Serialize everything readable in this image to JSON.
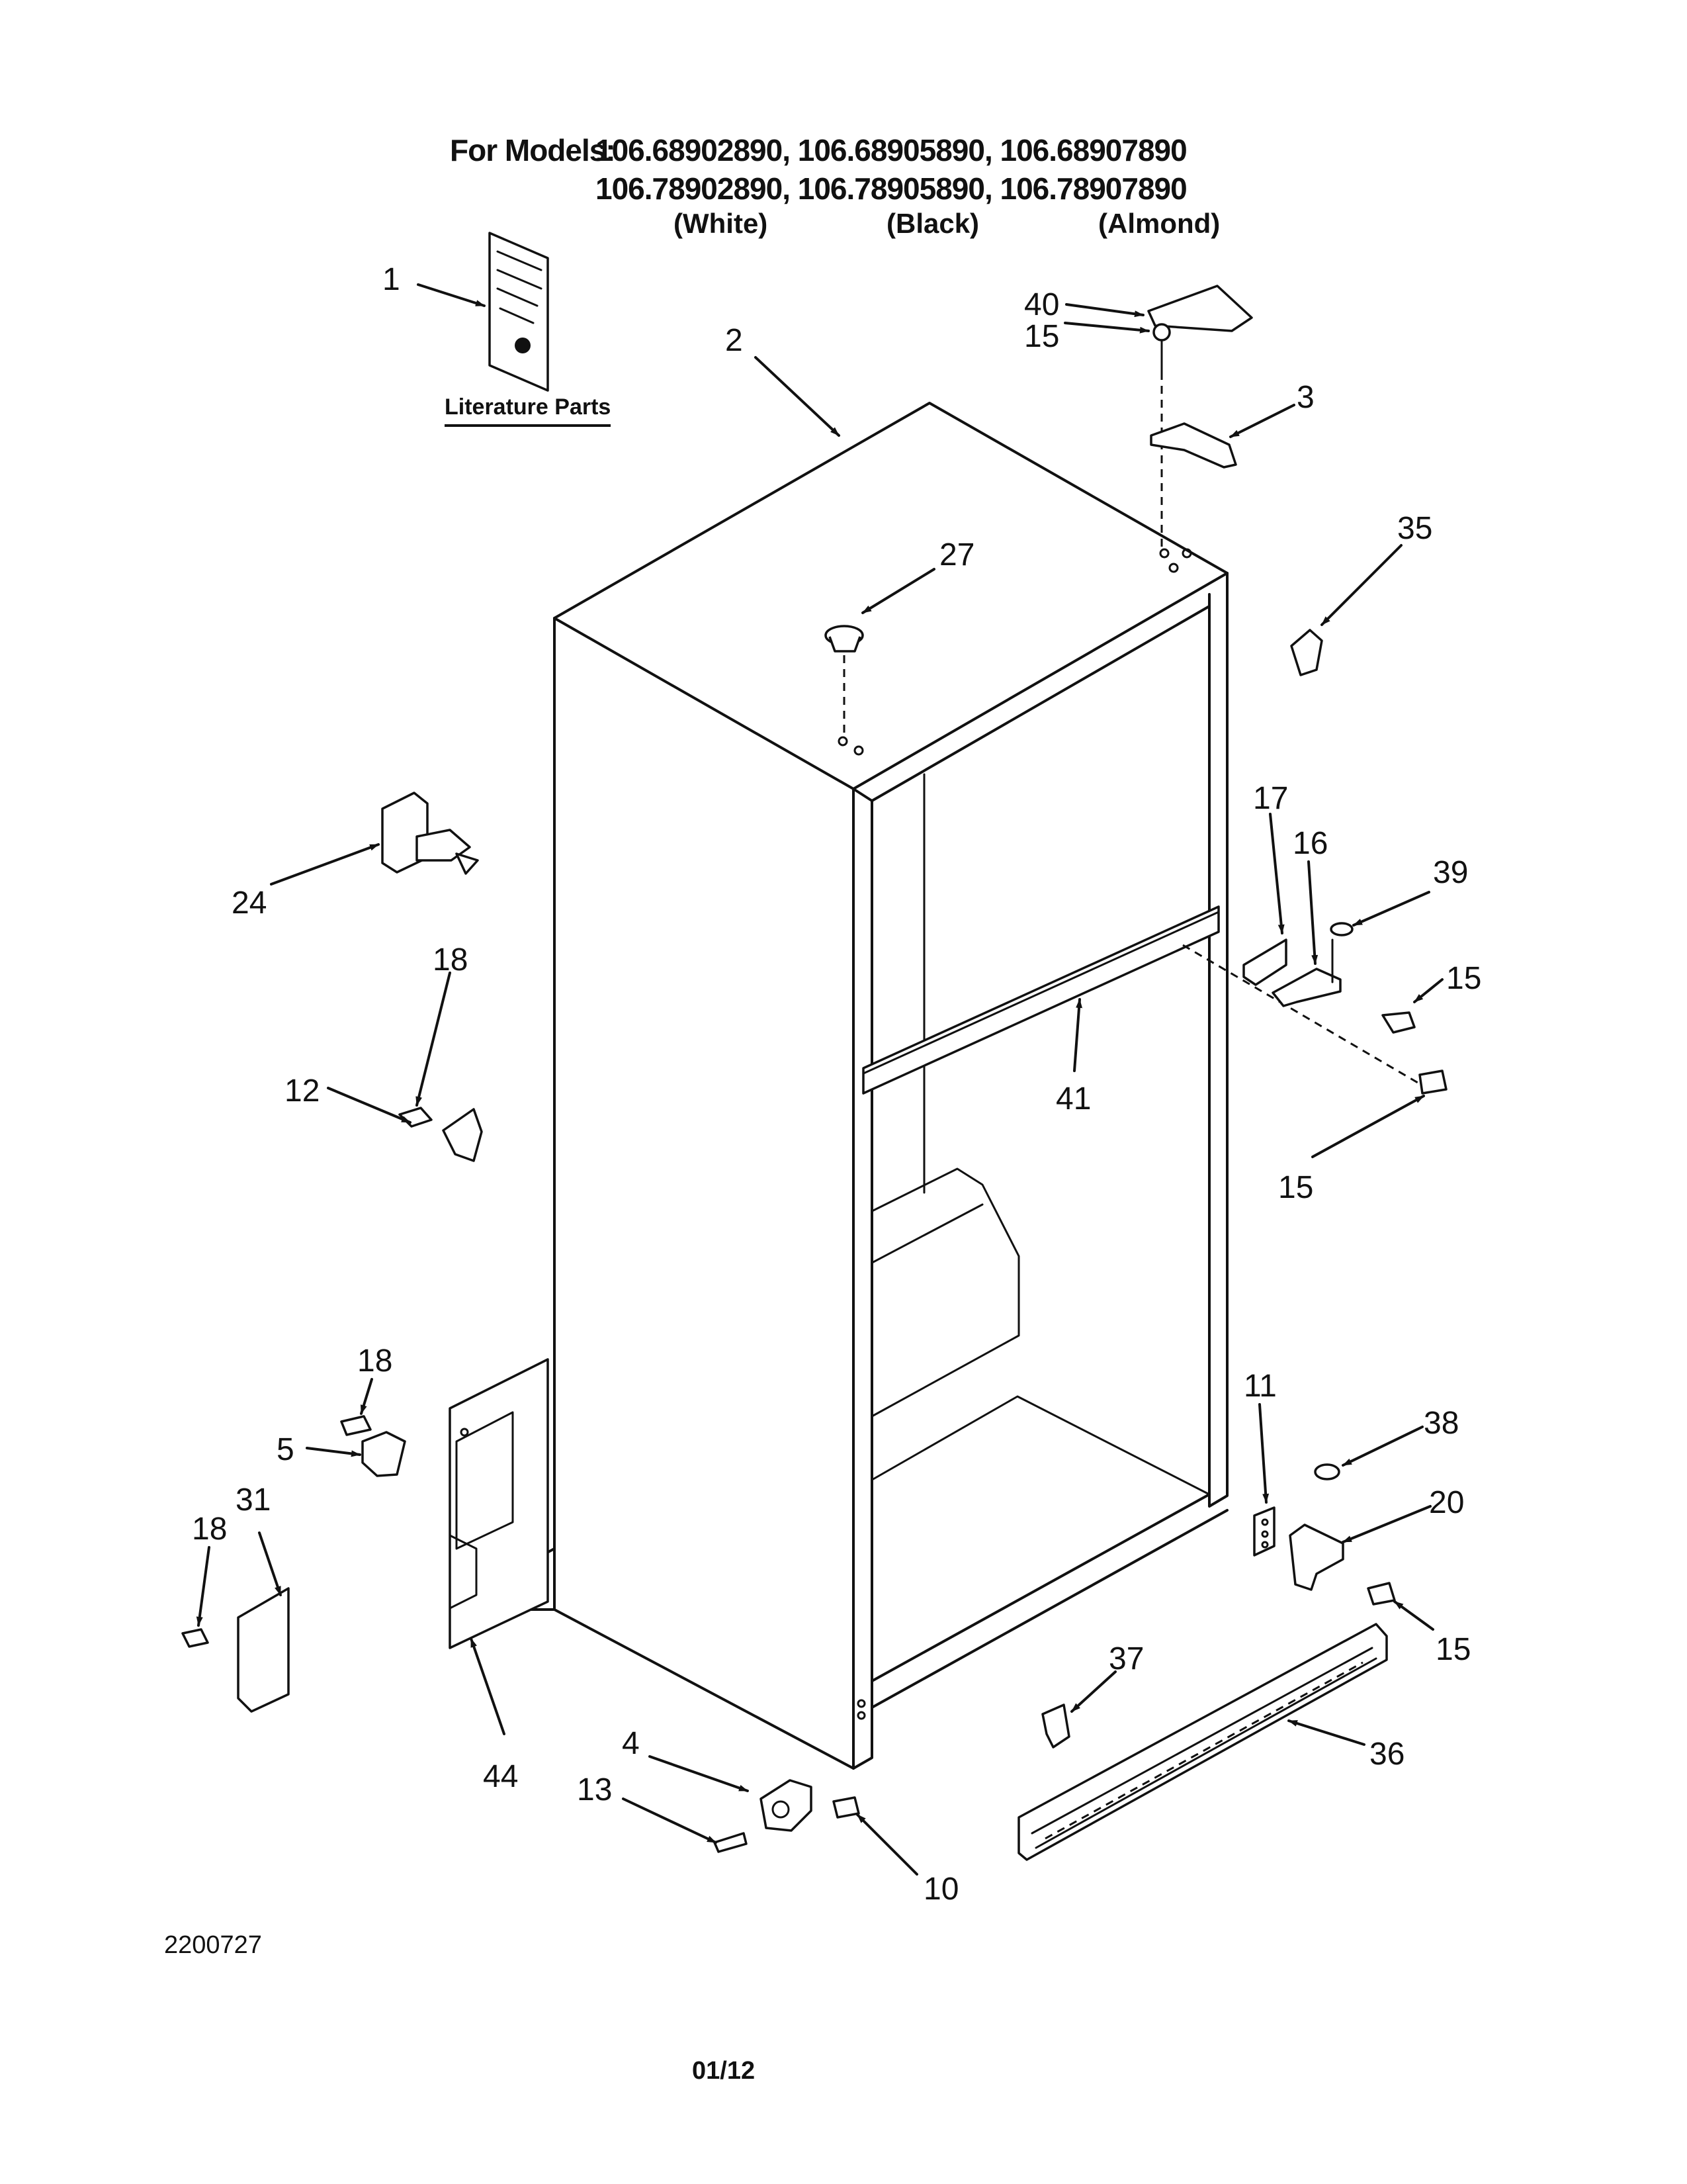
{
  "header": {
    "prefix": "For Models:",
    "row1": "106.68902890, 106.68905890, 106.68907890",
    "row2": "106.78902890, 106.78905890, 106.78907890",
    "colors": [
      "(White)",
      "(Black)",
      "(Almond)"
    ]
  },
  "literature_label": "Literature Parts",
  "callouts": [
    {
      "id": "c-1",
      "num": "1"
    },
    {
      "id": "c-2",
      "num": "2"
    },
    {
      "id": "c-40",
      "num": "40"
    },
    {
      "id": "c-15a",
      "num": "15"
    },
    {
      "id": "c-3",
      "num": "3"
    },
    {
      "id": "c-35",
      "num": "35"
    },
    {
      "id": "c-27",
      "num": "27"
    },
    {
      "id": "c-24",
      "num": "24"
    },
    {
      "id": "c-18a",
      "num": "18"
    },
    {
      "id": "c-12",
      "num": "12"
    },
    {
      "id": "c-17",
      "num": "17"
    },
    {
      "id": "c-16",
      "num": "16"
    },
    {
      "id": "c-39",
      "num": "39"
    },
    {
      "id": "c-15b",
      "num": "15"
    },
    {
      "id": "c-41",
      "num": "41"
    },
    {
      "id": "c-15c",
      "num": "15"
    },
    {
      "id": "c-18b",
      "num": "18"
    },
    {
      "id": "c-5",
      "num": "5"
    },
    {
      "id": "c-18c",
      "num": "18"
    },
    {
      "id": "c-31",
      "num": "31"
    },
    {
      "id": "c-44",
      "num": "44"
    },
    {
      "id": "c-11",
      "num": "11"
    },
    {
      "id": "c-38",
      "num": "38"
    },
    {
      "id": "c-20",
      "num": "20"
    },
    {
      "id": "c-15d",
      "num": "15"
    },
    {
      "id": "c-37",
      "num": "37"
    },
    {
      "id": "c-36",
      "num": "36"
    },
    {
      "id": "c-4",
      "num": "4"
    },
    {
      "id": "c-13",
      "num": "13"
    },
    {
      "id": "c-10",
      "num": "10"
    }
  ],
  "footer": {
    "diagram_code": "2200727",
    "page": "01/12"
  }
}
